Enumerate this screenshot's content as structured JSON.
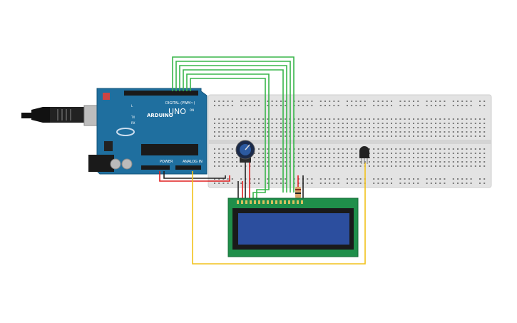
{
  "board": {
    "brand": "ARDUINO",
    "model": "UNO",
    "digital_label": "DIGITAL (PWM~)",
    "power_label": "POWER",
    "analog_label": "ANALOG IN",
    "tx": "TX",
    "rx": "RX",
    "on": "ON",
    "l": "L"
  },
  "colors": {
    "board": "#1f6f9f",
    "breadboard": "#e3e3e3",
    "lcd_body": "#1f8f4a",
    "lcd_screen": "#2c4e9e",
    "wire_green": "#38b54a",
    "wire_red": "#e02020",
    "wire_black": "#222222",
    "wire_yellow": "#f2c21b"
  },
  "icons": {
    "usb": "usb-cable-icon",
    "potentiometer": "potentiometer-icon",
    "sensor": "temperature-sensor-icon"
  }
}
